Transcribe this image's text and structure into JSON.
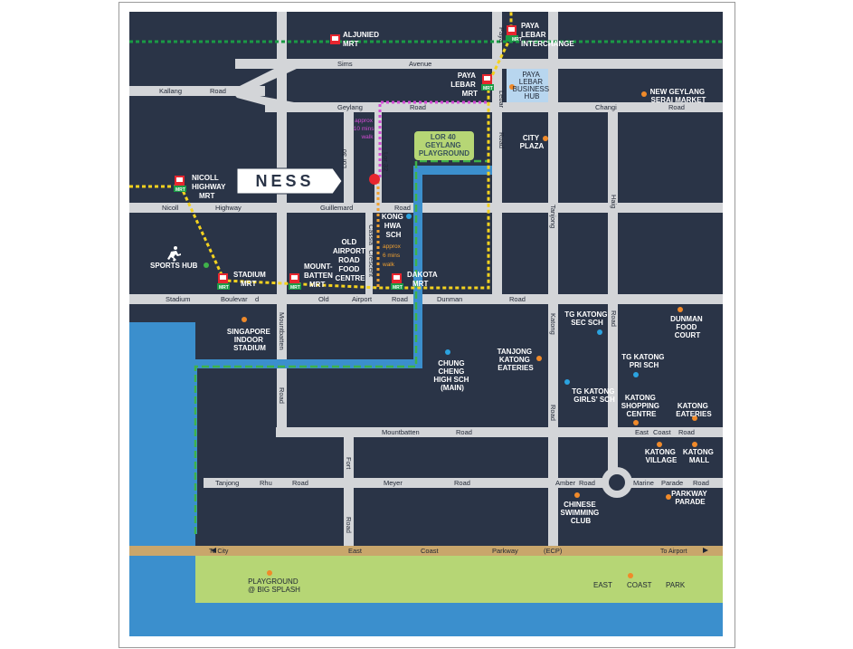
{
  "project_logo": "NESS",
  "roads": {
    "sims": "Sims",
    "avenue": "Avenue",
    "kallang": "Kallang",
    "kallang_road": "Road",
    "geylang": "Geylang",
    "geylang_road": "Road",
    "changi": "Changi",
    "changi_road": "Road",
    "paya": "Paya",
    "lebar": "Lebar",
    "lebar_road": "Road",
    "lor30": "Lor 30",
    "lor32": "Lor 32",
    "nicoll": "Nicoll",
    "highway": "Highway",
    "guillemard": "Guillemard",
    "guillemard_road": "Road",
    "tanjong_v": "Tanjong",
    "haig": "Haig",
    "cassia": "Cassia",
    "crescent": "Crescent",
    "stadium": "Stadium",
    "boulevard": "Boulevar",
    "boulevard_d": "d",
    "old": "Old",
    "airport": "Airport",
    "airport_road": "Road",
    "dunman": "Dunman",
    "dunman_road": "Road",
    "mountbatten_v": "Mountbatten",
    "mountbatten_v_road": "Road",
    "katong": "Katong",
    "katong_road": "Road",
    "mountbatten_h": "Mountbatten",
    "mountbatten_h_road": "Road",
    "east_coast": "East",
    "coast": "Coast",
    "east_coast_road": "Road",
    "tanjong": "Tanjong",
    "rhu": "Rhu",
    "rhu_road": "Road",
    "meyer": "Meyer",
    "meyer_road": "Road",
    "amber": "Amber",
    "amber_road": "Road",
    "marine": "Marine",
    "parade": "Parade",
    "marine_road": "Road",
    "fort": "Fort",
    "fort_road": "Road",
    "ecp_east": "East",
    "ecp_coast": "Coast",
    "ecp_parkway": "Parkway",
    "ecp_abbr": "(ECP)",
    "to_city": "To City",
    "to_airport": "To Airport"
  },
  "stations": {
    "aljunied": [
      "ALJUNIED",
      "MRT"
    ],
    "paya_lebar_interchange": [
      "PAYA",
      "LEBAR",
      "INTERCHANGE"
    ],
    "paya_lebar": [
      "PAYA",
      "LEBAR",
      "MRT"
    ],
    "nicoll_highway": [
      "NICOLL",
      "HIGHWAY",
      "MRT"
    ],
    "stadium": [
      "STADIUM",
      "MRT"
    ],
    "mountbatten": [
      "MOUNT-",
      "BATTEN",
      "MRT"
    ],
    "dakota": [
      "DAKOTA",
      "MRT"
    ],
    "mrt_tag": "MRT"
  },
  "places": {
    "paya_lebar_business_hub": [
      "PAYA",
      "LEBAR",
      "BUSINESS",
      "HUB"
    ],
    "new_geylang_serai": [
      "NEW GEYLANG",
      "SERAI MARKET"
    ],
    "city_plaza": [
      "CITY",
      "PLAZA"
    ],
    "lor40_playground": [
      "LOR 40",
      "GEYLANG",
      "PLAYGROUND"
    ],
    "kong_hwa": [
      "KONG",
      "HWA",
      "SCH"
    ],
    "old_airport_food": [
      "OLD",
      "AIRPORT",
      "ROAD",
      "FOOD",
      "CENTRE"
    ],
    "sports_hub": "SPORTS HUB",
    "singapore_indoor_stadium": [
      "SINGAPORE",
      "INDOOR",
      "STADIUM"
    ],
    "chung_cheng": [
      "CHUNG",
      "CHENG",
      "HIGH SCH",
      "(MAIN)"
    ],
    "tanjong_katong_eateries": [
      "TANJONG",
      "KATONG",
      "EATERIES"
    ],
    "tg_katong_sec": [
      "TG KATONG",
      "SEC SCH"
    ],
    "dunman_food_court": [
      "DUNMAN",
      "FOOD",
      "COURT"
    ],
    "tg_katong_pri": [
      "TG KATONG",
      "PRI SCH"
    ],
    "tg_katong_girls": [
      "TG KATONG",
      "GIRLS' SCH"
    ],
    "katong_shopping": [
      "KATONG",
      "SHOPPING",
      "CENTRE"
    ],
    "katong_eateries": [
      "KATONG",
      "EATERIES"
    ],
    "katong_village": [
      "KATONG",
      "VILLAGE"
    ],
    "katong_mall": [
      "KATONG",
      "MALL"
    ],
    "chinese_swimming": [
      "CHINESE",
      "SWIMMING",
      "CLUB"
    ],
    "parkway_parade": [
      "PARKWAY",
      "PARADE"
    ],
    "playground_big_splash": [
      "PLAYGROUND",
      "@ BIG SPLASH"
    ],
    "east_coast_park": [
      "EAST",
      "COAST",
      "PARK"
    ]
  },
  "walks": {
    "pink": [
      "approx",
      "10 mins",
      "walk"
    ],
    "orange": [
      "approx",
      "6 mins",
      "walk"
    ]
  },
  "colors": {
    "block": "#2a3447",
    "road": "#d3d5d8",
    "sea": "#3b8fcd",
    "park": "#b6d675",
    "ecp": "#c9a66b",
    "mrt_line_green": "#1a9b45",
    "mrt_line_yellow": "#f4d21f",
    "ness_marker": "#e7262f",
    "orange_dot": "#f08a2a",
    "blue_dot": "#2ba3e0",
    "green_dot": "#3fb24a"
  }
}
